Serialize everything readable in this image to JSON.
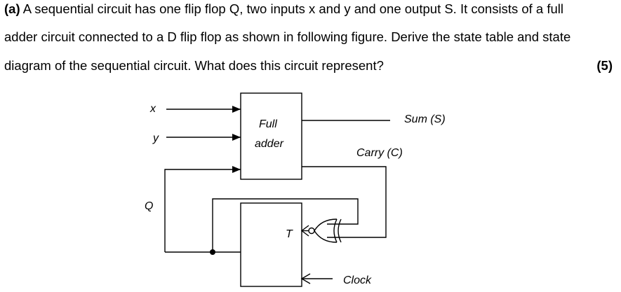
{
  "question": {
    "label": "(a)",
    "lines": [
      " A sequential circuit has one flip flop Q, two inputs x and y and one output S. It consists of a full",
      "adder circuit connected to a D flip flop as shown in following figure. Derive the state table and state",
      "diagram of the sequential circuit. What does this circuit represent?"
    ],
    "marks": "(5)"
  },
  "figure": {
    "input_x": "x",
    "input_y": "y",
    "state_q": "Q",
    "full_adder_line1": "Full",
    "full_adder_line2": "adder",
    "sum_label": "Sum (S)",
    "carry_label": "Carry (C)",
    "ff_input": "T",
    "clock_label": "Clock"
  }
}
